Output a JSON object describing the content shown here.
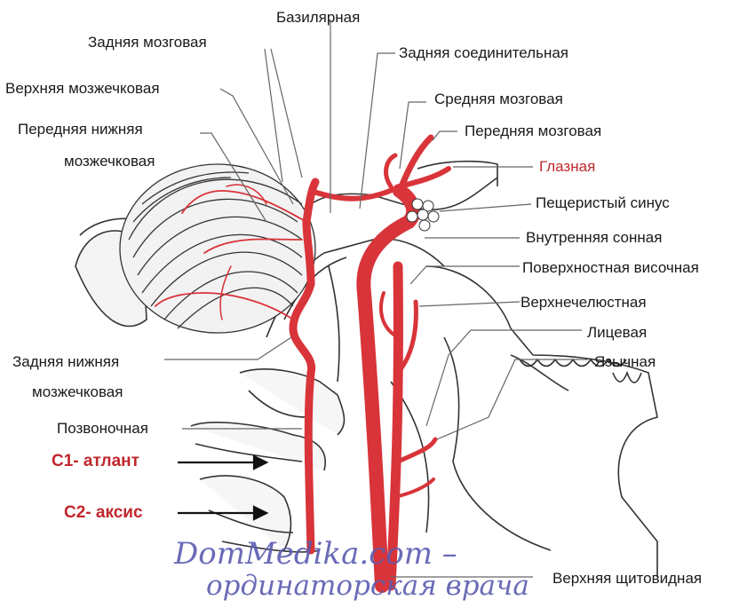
{
  "labels": {
    "basilar": "Базилярная",
    "posterior_cerebral": "Задняя мозговая",
    "posterior_communicating": "Задняя соединительная",
    "superior_cerebellar": "Верхняя мозжечковая",
    "middle_cerebral": "Средняя мозговая",
    "anterior_inferior_cerebellar_1": "Передняя нижняя",
    "anterior_inferior_cerebellar_2": "мозжечковая",
    "anterior_cerebral": "Передняя мозговая",
    "ophthalmic": "Глазная",
    "cavernous_sinus": "Пещеристый синус",
    "internal_carotid": "Внутренняя сонная",
    "superficial_temporal": "Поверхностная височная",
    "maxillary": "Верхнечелюстная",
    "facial": "Лицевая",
    "lingual": "Язычная",
    "posterior_inferior_cerebellar_1": "Задняя нижняя",
    "posterior_inferior_cerebellar_2": "мозжечковая",
    "vertebral": "Позвоночная",
    "c1": "С1- атлант",
    "c2": "С2- аксис",
    "superior_thyroid": "Верхняя щитовидная"
  },
  "watermark": {
    "line1": "DomMedika.com –",
    "line2": "ординаторская врача"
  },
  "colors": {
    "artery": "#d8343a",
    "artery_dark": "#9e1f24",
    "label_red": "#c0272d",
    "line": "#555555",
    "watermark": "#5a5bb0"
  }
}
